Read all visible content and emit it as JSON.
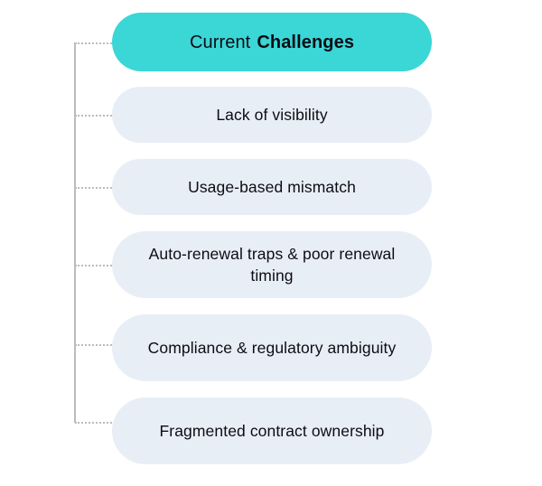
{
  "diagram": {
    "type": "vertical-bracket-list",
    "colors": {
      "header_fill": "#3bd6d6",
      "item_fill": "#e8eef6",
      "text": "#0c0c14",
      "connector": "#b9bcc0",
      "background": "#ffffff"
    },
    "header": {
      "text_regular": "Current",
      "text_bold": "Challenges",
      "full_text": "Current Challenges"
    },
    "items": [
      {
        "label": "Lack of visibility",
        "lines": 1
      },
      {
        "label": "Usage-based mismatch",
        "lines": 1
      },
      {
        "label": "Auto-renewal traps & poor renewal timing",
        "lines": 2
      },
      {
        "label": "Compliance & regulatory ambiguity",
        "lines": 2
      },
      {
        "label": "Fragmented contract ownership",
        "lines": 2
      }
    ]
  }
}
